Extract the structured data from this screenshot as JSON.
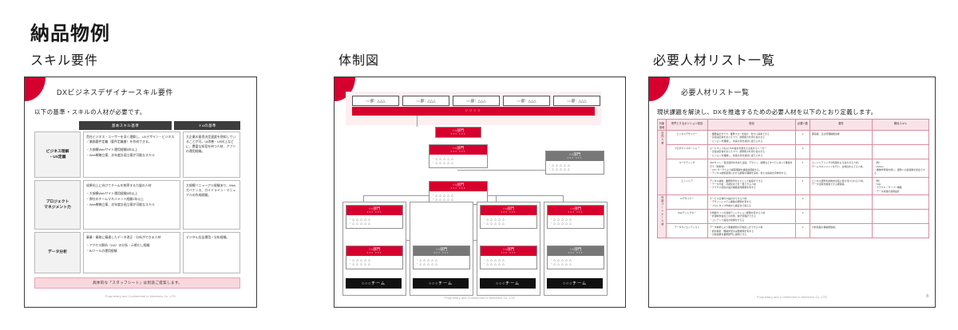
{
  "page": {
    "title": "納品物例",
    "headings": {
      "skill": "スキル要件",
      "org": "体制図",
      "list": "必要人材リスト一覧"
    }
  },
  "slide_skill": {
    "title": "DXビジネスデザイナースキル要件",
    "lead": "以下の基準・スキルの人材が必要です。",
    "columns": [
      "基本スキル基準",
      "＋αの基準"
    ],
    "rows": [
      {
        "label": "ビジネス理解\n・UX定義",
        "basic_main": "貴社ビジネス・ユーザーを深く理解し、UXデザイン・ビジネス／業務要件定義（要件定義書）を作成できる。",
        "basic_bullets": [
          "・大規模Webサイト運用経験5年以上",
          "・Web戦略立案、次年度計画立案が可能なスキル"
        ],
        "plus_main": "大企業の意思決定速度を熟知していることが可。UI改善・UX向上などに、豊富な知見を持つ人材、アプリの運用経験。",
        "plus_bullets": []
      },
      {
        "label": "プロジェクト\nマネジメント力",
        "basic_main": "成果向上に向けてチームを統率する力量の人材",
        "basic_bullets": [
          "・大規模Webサイト運用経験5年以上",
          "・弊社のチームマネジメント経験1年以上",
          "・Web戦略立案、次年度計画立案が可能なスキル"
        ],
        "plus_main": "大規模リニューアル経験あり、Webガバナンス、ガイドライン・マニュアルの作成経験。",
        "plus_bullets": []
      },
      {
        "label": "データ分析",
        "basic_main": "事業・業務に精通したデータ改正・分析ができる人材",
        "basic_bullets": [
          "・アクセス解析（GA）の分析・示唆だし経験",
          "・BIツールの運用経験"
        ],
        "plus_main": "デジタル広告運用・分析経験。",
        "plus_bullets": []
      }
    ],
    "note": "具体的な「スタッフシート」は別途ご提案します。",
    "footer": "Proprietary and Confidential to Members Co.,LTD"
  },
  "slide_org": {
    "top_boxes": [
      "○○部：△△△",
      "○○部：△△△",
      "○○部：△△△",
      "○○部：△△△",
      "○○部：△△△"
    ],
    "red_bar": "○○○○",
    "node_title": "○○部門",
    "node_sub": "××× ×××",
    "node_bullets": [
      "・△ △ △ △ △",
      "・△ △ △ △ △"
    ],
    "team_bar": "○○○チーム",
    "nodes": [
      {
        "id": "root",
        "color": "red"
      },
      {
        "id": "mid1",
        "color": "red"
      },
      {
        "id": "mid2",
        "color": "red"
      },
      {
        "id": "side",
        "color": "gray"
      },
      {
        "id": "c1a",
        "color": "red"
      },
      {
        "id": "c1b",
        "color": "red"
      },
      {
        "id": "c2b",
        "color": "gray"
      },
      {
        "id": "c3a",
        "color": "red"
      },
      {
        "id": "c3b",
        "color": "red"
      },
      {
        "id": "c4a",
        "color": "red"
      },
      {
        "id": "c4b",
        "color": "gray"
      }
    ],
    "footer": "Proprietary and Confidential to Members Co.,LTD"
  },
  "slide_list": {
    "title": "必要人材リスト一覧",
    "lead": "現状課題を解決し、DXを推進するための必要人材を以下のとおり定義します。",
    "headers": [
      "対象領域",
      "専門とするポジション役割",
      "役割",
      "必要人数",
      "要件",
      "期待スキル"
    ],
    "groups": [
      {
        "name": "社内人材",
        "rows": [
          {
            "role": "ビジネスデザイナー",
            "detail": [
              "・業務設計ができ、業務フローを描き、新たに提案できる",
              "・意思決定者をおさえつつ、調整能力を持ち合わせる",
              "・ビジョンを理解し、将来の姿を適切に捉えられる"
            ],
            "count": "2",
            "req": [
              "部長級、又は管理職相当者"
            ],
            "skill": []
          },
          {
            "role": "プロダクトマネージャー",
            "detail": [
              "ロードマップおよびKPI設計を踏まえ立案するリーダー",
              "・意思決定者をおさえつつ、調整能力を持ち合わせる",
              "・ビジョンを理解し、将来の姿を適切に捉えられる"
            ],
            "count": "3",
            "req": [],
            "skill": []
          },
          {
            "role": "マーケティング",
            "detail": [
              "Webサイト／自社運営を含めた企画、デザイン、開発などすべてにおいて推進を行う（現場側）",
              "・UXリサーチにより顧客理解を構造的把握する。",
              "・デジタル技術運用における顧客の理解を深め、新たな提案を具体化する。"
            ],
            "count": "4",
            "req": [
              "エンジニアリングの知識をもち合わせる人材。",
              "チームマネジメントを行い、主体性をもてる人材。"
            ],
            "skill": [
              "（例）",
              "・Python",
              "・機械学習等を用い、課題への最適解を創出できる"
            ]
          },
          {
            "role": "エンジニア",
            "detail": [
              "デジタル技術、業務知見をもとにした提案ができる",
              "・データ分析、可視化までを一貫できる人材",
              "・クラウド環境の設計構築運用経験を有する"
            ],
            "count": "4",
            "req": [
              "ビジネス課題を技術的手段に結び付けられる人材。",
              "データ活用を推進できる経験者。"
            ],
            "skill": [
              "（例）",
              "・SQL",
              "・クラウド／サーバー構築",
              "・データ基盤の運用設計"
            ]
          }
        ]
      },
      {
        "name": "外部パートナー人材",
        "rows": [
          {
            "role": "UIデザイナー",
            "detail": [
              "サービス全体のUI設計ができる人材",
              "・デザインシステム構築の経験を有する",
              "・プロトタイプ作成から検証まで担える"
            ],
            "count": "2",
            "req": [],
            "skill": []
          },
          {
            "role": "Webディレクター",
            "detail": [
              "大規模サイトの運用ディレクション経験を有する人材",
              "・外部制作会社との折衝、進行管理ができる",
              "・コンテンツ品質の担保を行える"
            ],
            "count": "2",
            "req": [],
            "skill": []
          },
          {
            "role": "データサイエンティスト",
            "detail": [
              "データ解析により事業課題の示唆出しができる人材",
              "・統計解析、機械学習の実務経験を有する",
              "・分析結果を業務部門に説明できる"
            ],
            "count": "2",
            "req": [
              "分析基盤の構築経験者。"
            ],
            "skill": []
          }
        ]
      }
    ],
    "footer": "Proprietary and Confidential to Members Co.,LTD",
    "footer_red": "Co.,LTD",
    "page_number": "8"
  },
  "colors": {
    "accent_red": "#d6002f",
    "pink_band": "#fdeef1",
    "dark_header": "#3d3d3d",
    "gray_node": "#777777",
    "team_black": "#111111"
  }
}
